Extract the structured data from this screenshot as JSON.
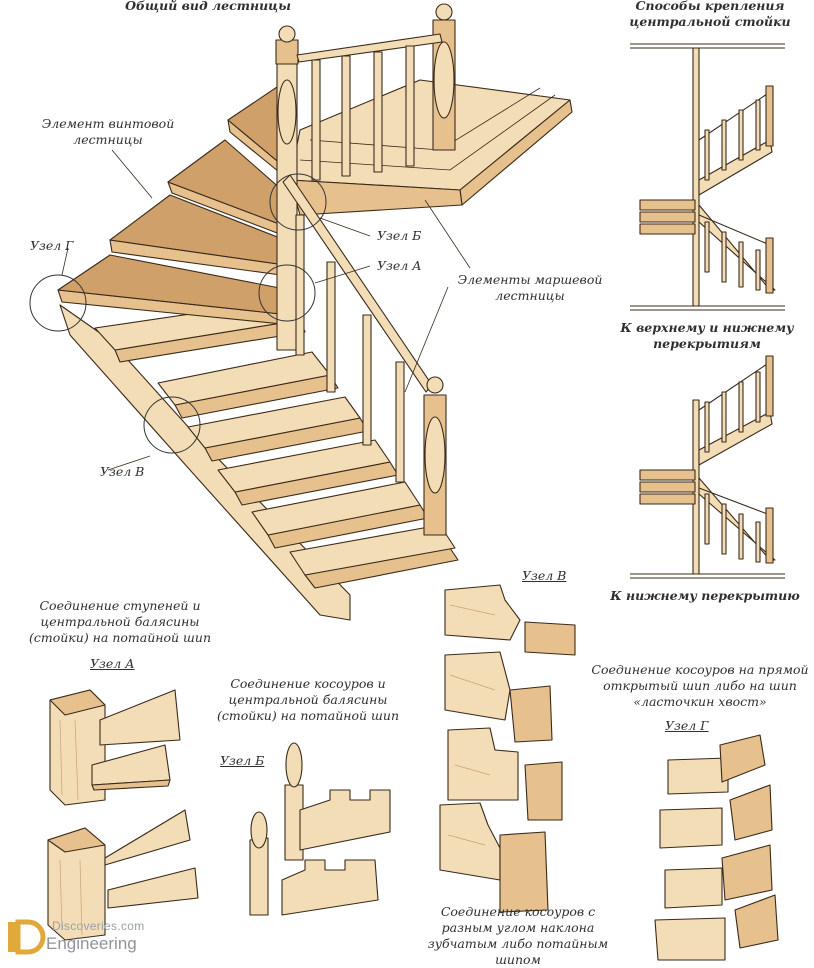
{
  "title_main": "Общий вид лестницы",
  "title_right": "Способы крепления\nцентральной стойки",
  "labels": {
    "spiral_element": "Элемент винтовой\nлестницы",
    "march_elements": "Элементы маршевой\nлестницы",
    "node_b": "Узел Б",
    "node_a": "Узел А",
    "node_g": "Узел Г",
    "node_v": "Узел В"
  },
  "right_captions": {
    "upper_lower": "К верхнему и нижнему\nперекрытиям",
    "lower": "К нижнему перекрытию"
  },
  "details": {
    "a_caption": "Соединение ступеней и\nцентральной балясины\n(стойки) на потайной шип",
    "a_node": "Узел А",
    "b_caption": "Соединение косоуров и\nцентральной балясины\n(стойки) на потайной шип",
    "b_node": "Узел Б",
    "v_node": "Узел В",
    "v_caption": "Соединение косоуров с\nразным углом наклона\nзубчатым либо потайным\nшипом",
    "g_caption": "Соединение косоуров на прямой\nоткрытый шип либо на шип\n«ласточкин хвост»",
    "g_node": "Узел Г"
  },
  "watermark": {
    "line1": "Discoveries.com",
    "line2": "Engineering"
  },
  "colors": {
    "wood_light": "#f3ddb6",
    "wood_mid": "#e8c596",
    "wood_dark": "#c99b63",
    "outline": "#3b2a1a"
  }
}
